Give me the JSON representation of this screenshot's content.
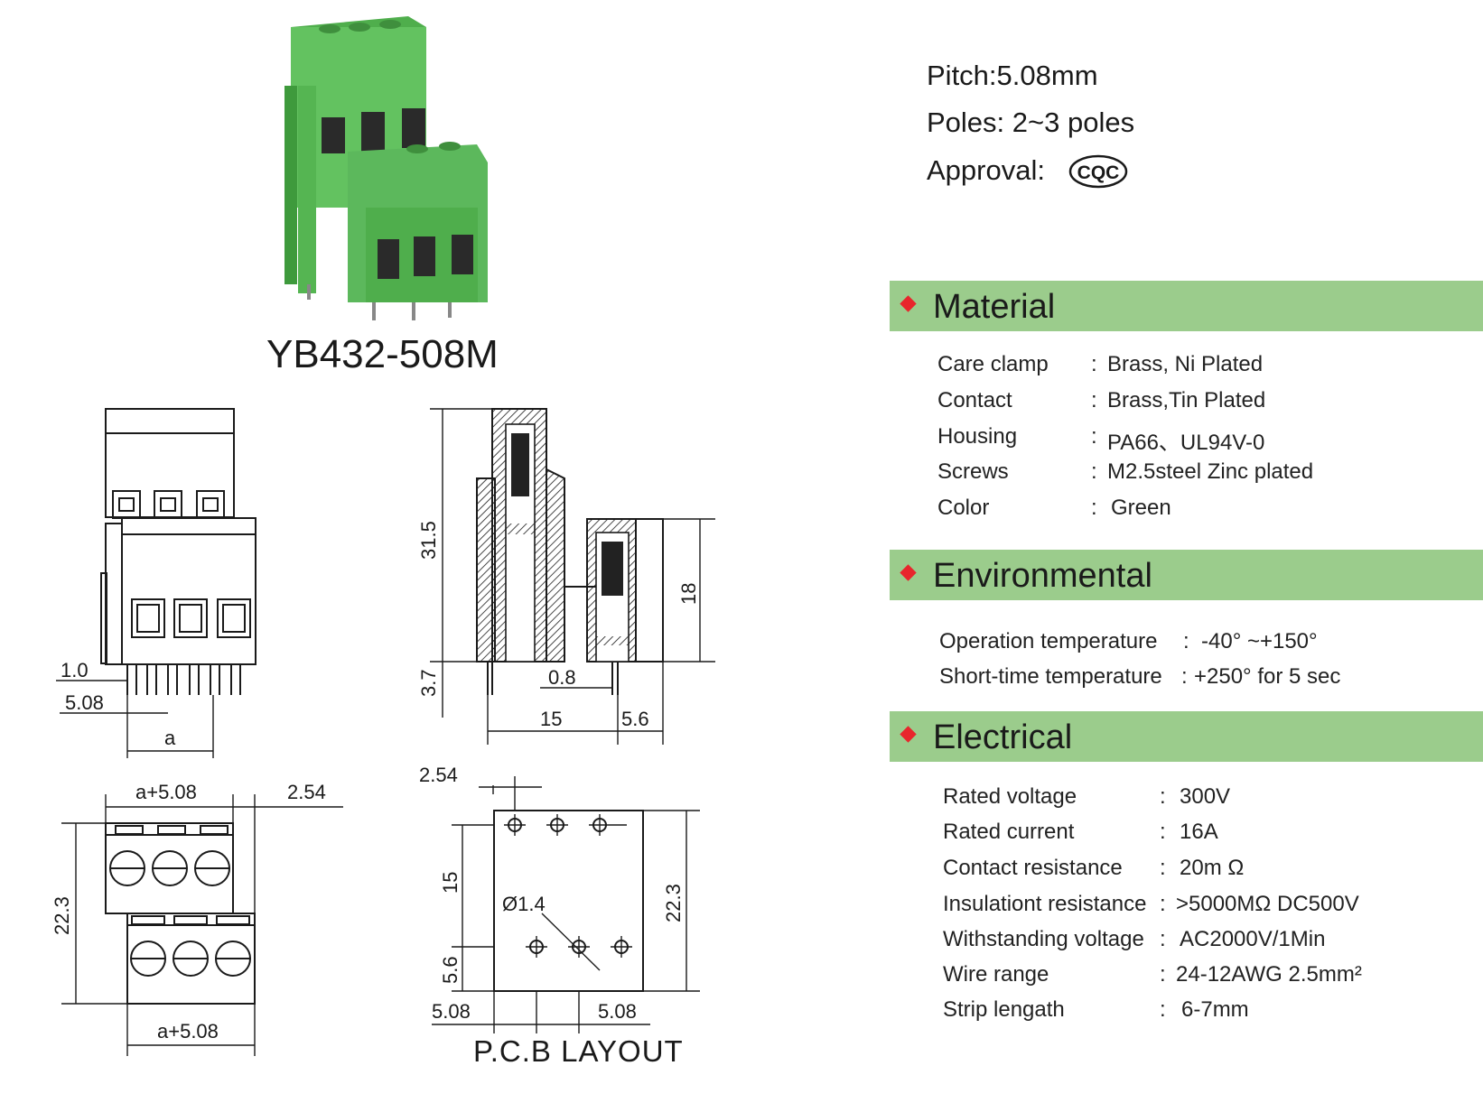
{
  "product": {
    "model": "YB432-508M",
    "photo_color": "#5cb85c"
  },
  "specs": {
    "pitch": "Pitch:5.08mm",
    "poles": "Poles: 2~3 poles",
    "approval_label": "Approval:",
    "approval_mark": "CQC"
  },
  "sections": {
    "material": {
      "title": "Material",
      "rows": [
        {
          "key": "Care  clamp",
          "val": "Brass, Ni  Plated"
        },
        {
          "key": "Contact",
          "val": "Brass,Tin Plated"
        },
        {
          "key": "Housing",
          "val": "PA66、UL94V-0"
        },
        {
          "key": "Screws",
          "val": "M2.5steel  Zinc plated"
        },
        {
          "key": "Color",
          "val": "Green"
        }
      ]
    },
    "environmental": {
      "title": "Environmental",
      "rows": [
        {
          "key": "Operation  temperature",
          "val": "-40°  ~+150°"
        },
        {
          "key": "Short-time   temperature",
          "val": "+250°  for 5 sec"
        }
      ]
    },
    "electrical": {
      "title": "Electrical",
      "rows": [
        {
          "key": "Rated  voltage",
          "val": "300V"
        },
        {
          "key": "Rated  current",
          "val": "16A"
        },
        {
          "key": "Contact   resistance",
          "val": "20m Ω"
        },
        {
          "key": "Insulationt  resistance",
          "val": ">5000MΩ  DC500V"
        },
        {
          "key": "Withstanding  voltage",
          "val": "AC2000V/1Min"
        },
        {
          "key": "Wire  range",
          "val": "24-12AWG  2.5mm²"
        },
        {
          "key": "Strip  lengath",
          "val": "6-7mm"
        }
      ]
    }
  },
  "colon": ":",
  "dimensions": {
    "front": {
      "d1": "1.0",
      "d2": "5.08",
      "d3": "a"
    },
    "side": {
      "h1": "31.5",
      "h2": "3.7",
      "h3": "18",
      "w1": "0.8",
      "w2": "15",
      "w3": "5.6"
    },
    "top": {
      "w1": "a+5.08",
      "w2": "2.54",
      "h1": "22.3",
      "w3": "a+5.08"
    },
    "pcb": {
      "d1": "2.54",
      "d2": "15",
      "d3": "5.6",
      "d4": "22.3",
      "d5": "Ø1.4",
      "d6": "5.08",
      "d7": "5.08"
    }
  },
  "pcb_layout_label": "P.C.B  LAYOUT",
  "colors": {
    "accent_bar": "#9bcc8c",
    "bullet": "#e8262c",
    "green": "#5cb85c"
  }
}
